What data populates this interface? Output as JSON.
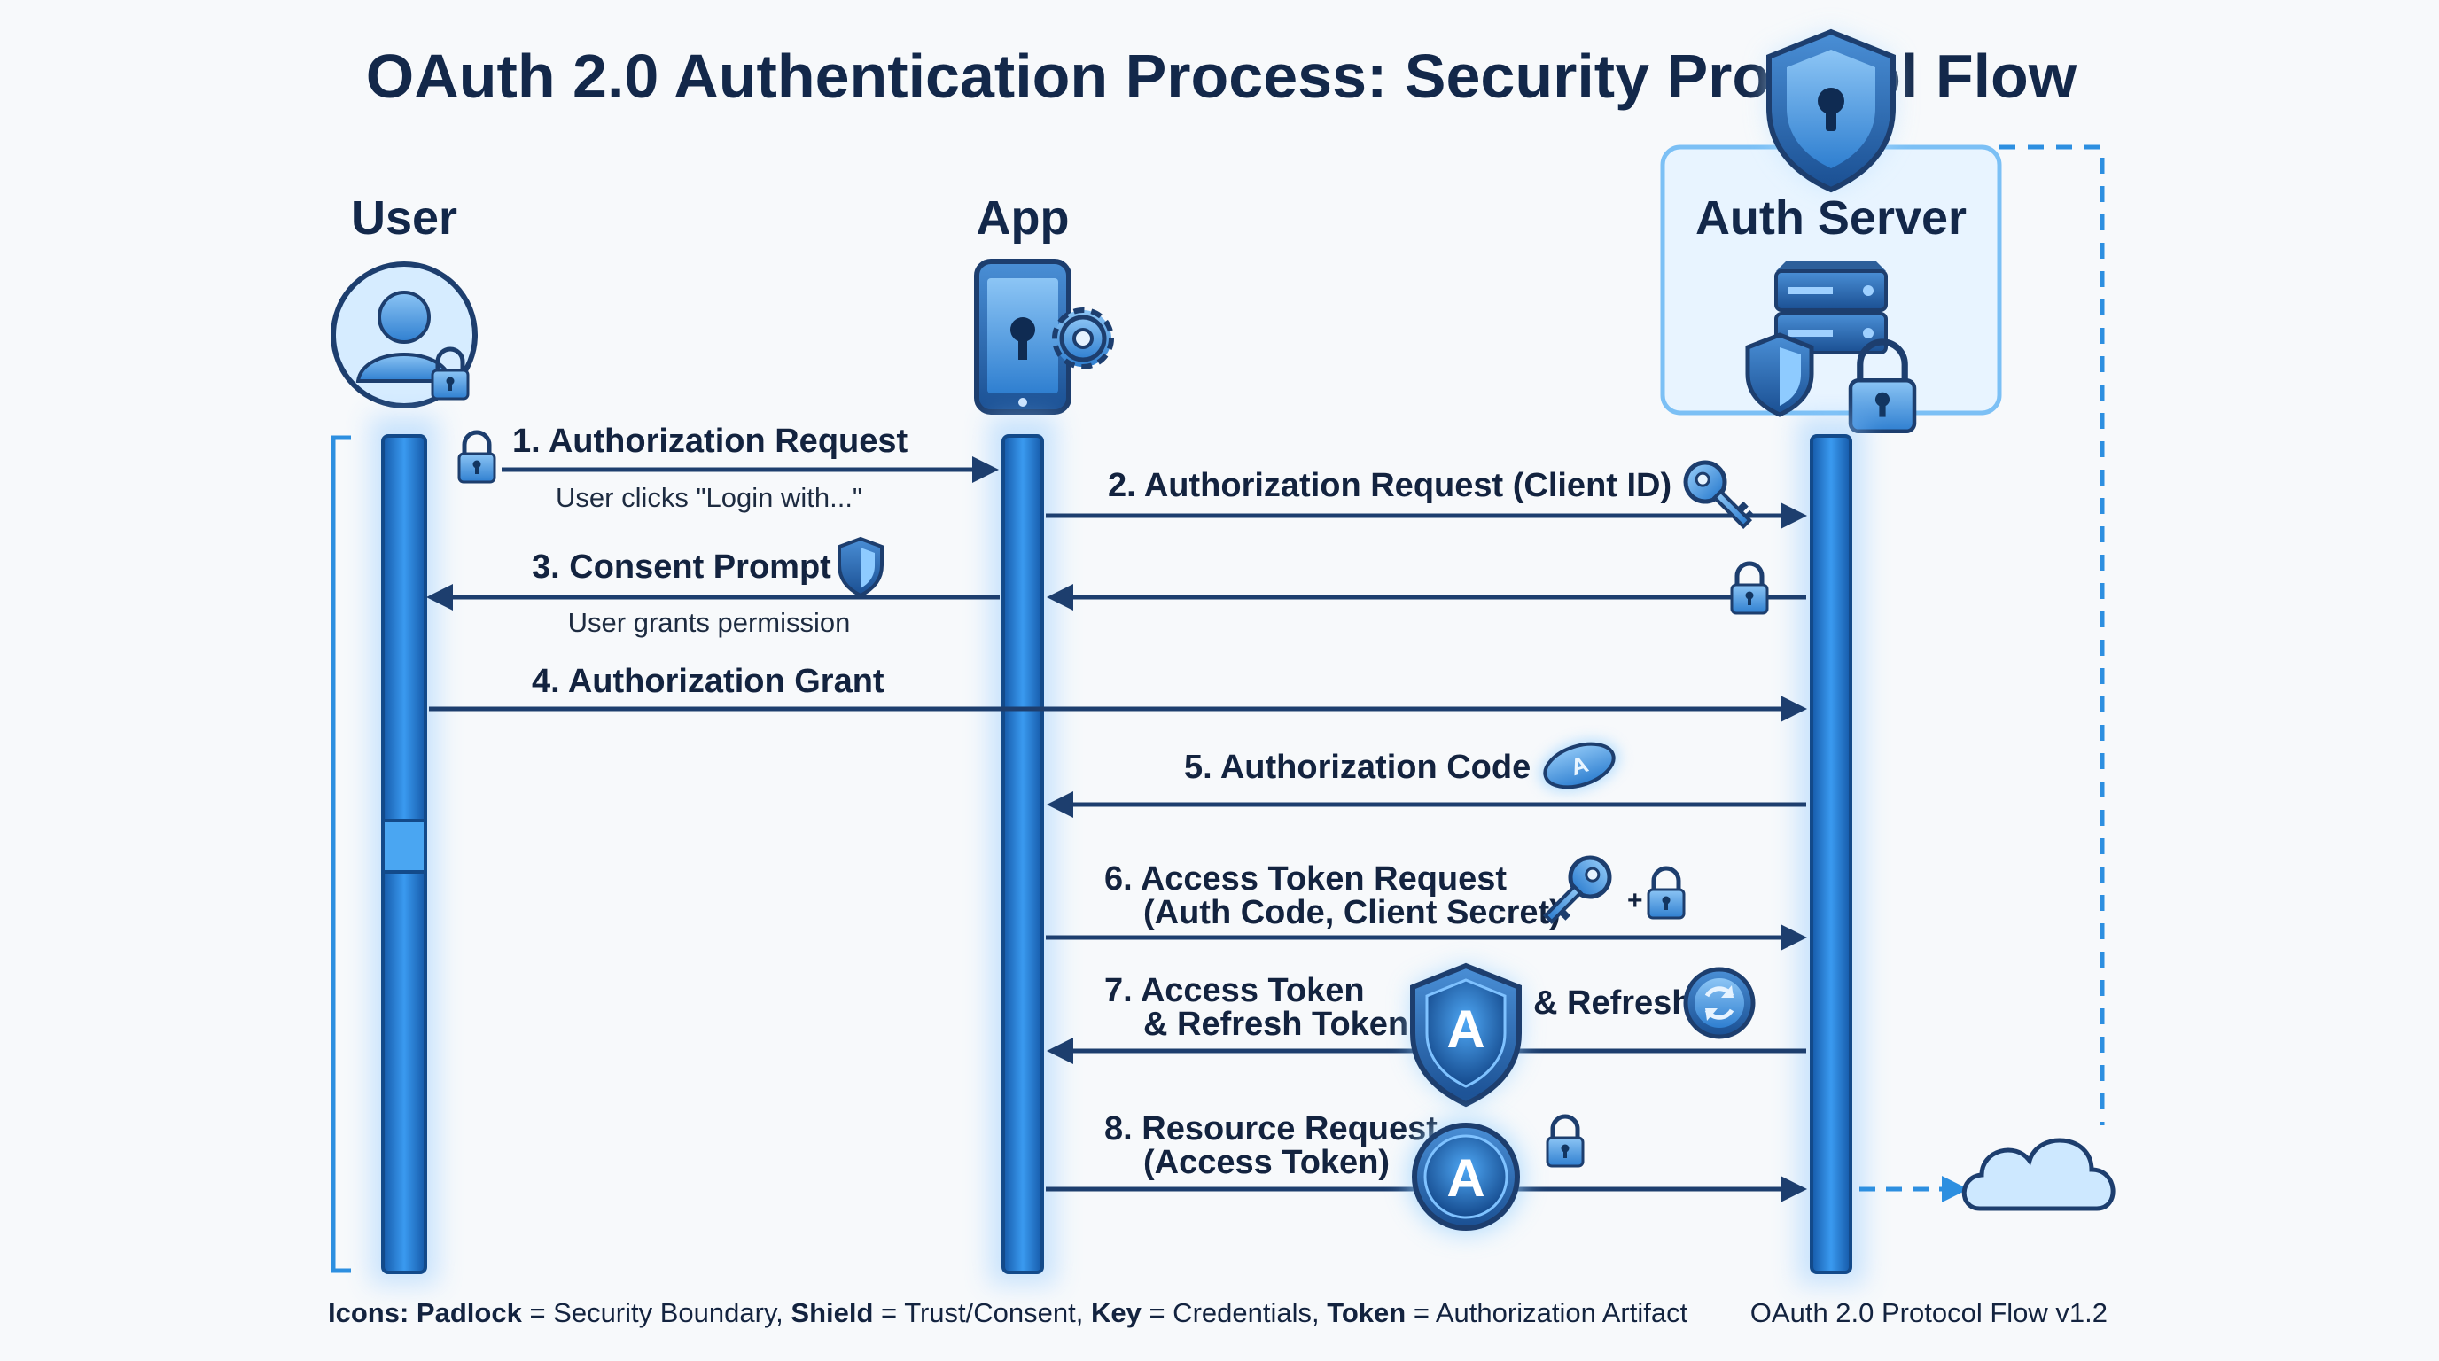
{
  "title": "OAuth 2.0 Authentication Process: Security Protocol Flow",
  "actors": {
    "user": "User",
    "app": "App",
    "auth_server": "Auth Server"
  },
  "messages": [
    {
      "label": "1. Authorization Request",
      "sub": "User clicks \"Login with...\""
    },
    {
      "label": "2. Authorization Request (Client ID)"
    },
    {
      "label": "3. Consent Prompt",
      "sub": "User grants permission"
    },
    {
      "label": "4. Authorization Grant"
    },
    {
      "label": "5. Authorization Code"
    },
    {
      "label_line1": "6. Access Token Request",
      "label_line2": "(Auth Code, Client Secret)"
    },
    {
      "label_line1": "7. Access Token",
      "label_line2": "& Refresh Token",
      "extra": "& Refresh"
    },
    {
      "label_line1": "8. Resource Request",
      "label_line2": "(Access Token)"
    }
  ],
  "badge_letter": "A",
  "legend": {
    "prefix": "Icons:",
    "items": [
      {
        "term": "Padlock",
        "meaning": "= Security Boundary,"
      },
      {
        "term": "Shield",
        "meaning": "= Trust/Consent,"
      },
      {
        "term": "Key",
        "meaning": "= Credentials,"
      },
      {
        "term": "Token",
        "meaning": "= Authorization Artifact"
      }
    ]
  },
  "version": "OAuth 2.0 Protocol Flow v1.2",
  "icons": [
    "user-icon",
    "padlock-icon",
    "phone-icon",
    "gear-icon",
    "server-icon",
    "shield-icon",
    "key-icon",
    "token-icon",
    "refresh-icon",
    "cloud-icon"
  ],
  "colors": {
    "accent": "#2f86d8",
    "lifeline": "#1f6fc3",
    "arrow": "#1d3e6e",
    "glow": "#9fd0ff",
    "dashed": "#2d8fe0"
  }
}
